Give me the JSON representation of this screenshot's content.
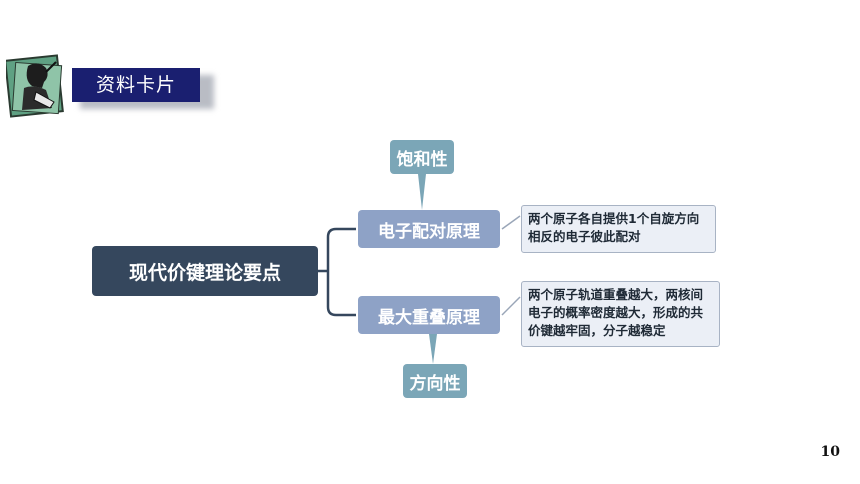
{
  "header": {
    "title": "资料卡片"
  },
  "diagram": {
    "main_topic": "现代价键理论要点",
    "principles": [
      {
        "label": "电子配对原理",
        "property": "饱和性",
        "note": "两个原子各自提供1个自旋方向相反的电子彼此配对"
      },
      {
        "label": "最大重叠原理",
        "property": "方向性",
        "note": "两个原子轨道重叠越大，两核间电子的概率密度越大，形成的共价键越牢固，分子越稳定"
      }
    ]
  },
  "page": {
    "number": "10"
  },
  "colors": {
    "header_bg": "#1a1f70",
    "main_box": "#35475d",
    "principle_box": "#8ea2c6",
    "property_box": "#7ba6b7",
    "note_bg": "#ebeff6"
  },
  "icons": {
    "logo": "reader-thinking-icon"
  }
}
